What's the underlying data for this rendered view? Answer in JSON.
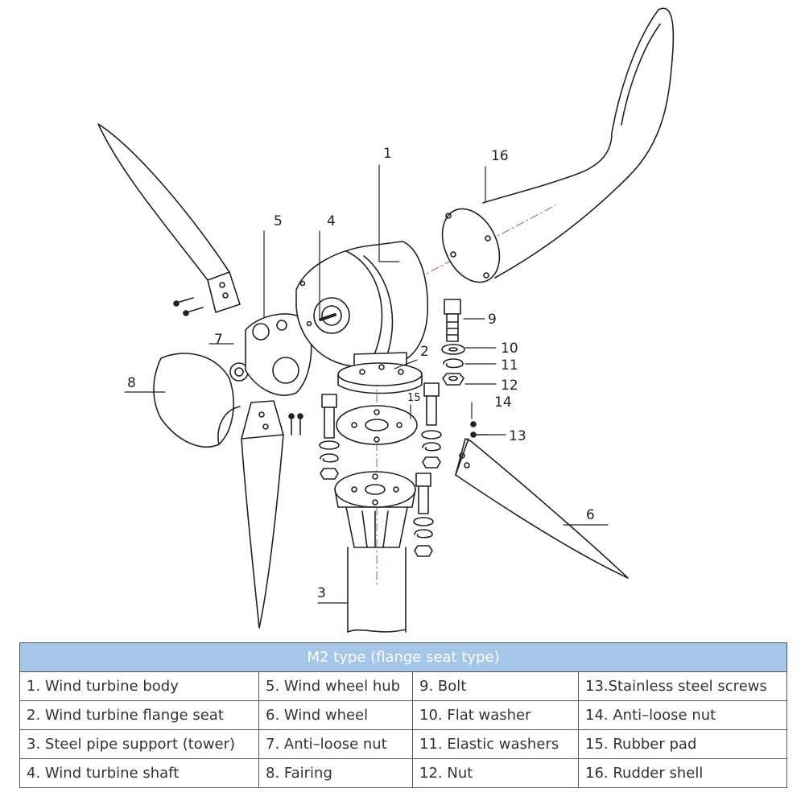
{
  "callouts": {
    "c1": "1",
    "c2": "2",
    "c3": "3",
    "c4": "4",
    "c5": "5",
    "c6": "6",
    "c7": "7",
    "c8": "8",
    "c9": "9",
    "c10": "10",
    "c11": "11",
    "c12": "12",
    "c13": "13",
    "c14": "14",
    "c15": "15",
    "c16": "16"
  },
  "table": {
    "header": "M2 type (flange seat type)",
    "rows": [
      [
        "1. Wind turbine body",
        "5. Wind wheel hub",
        "9. Bolt",
        "13.Stainless steel screws"
      ],
      [
        "2. Wind turbine flange seat",
        "6. Wind wheel",
        "10. Flat washer",
        "14. Anti–loose nut"
      ],
      [
        "3. Steel pipe support (tower)",
        "7. Anti–loose nut",
        "11. Elastic washers",
        "15. Rubber pad"
      ],
      [
        "4. Wind turbine shaft",
        "8. Fairing",
        "12. Nut",
        "16. Rudder shell"
      ]
    ]
  }
}
